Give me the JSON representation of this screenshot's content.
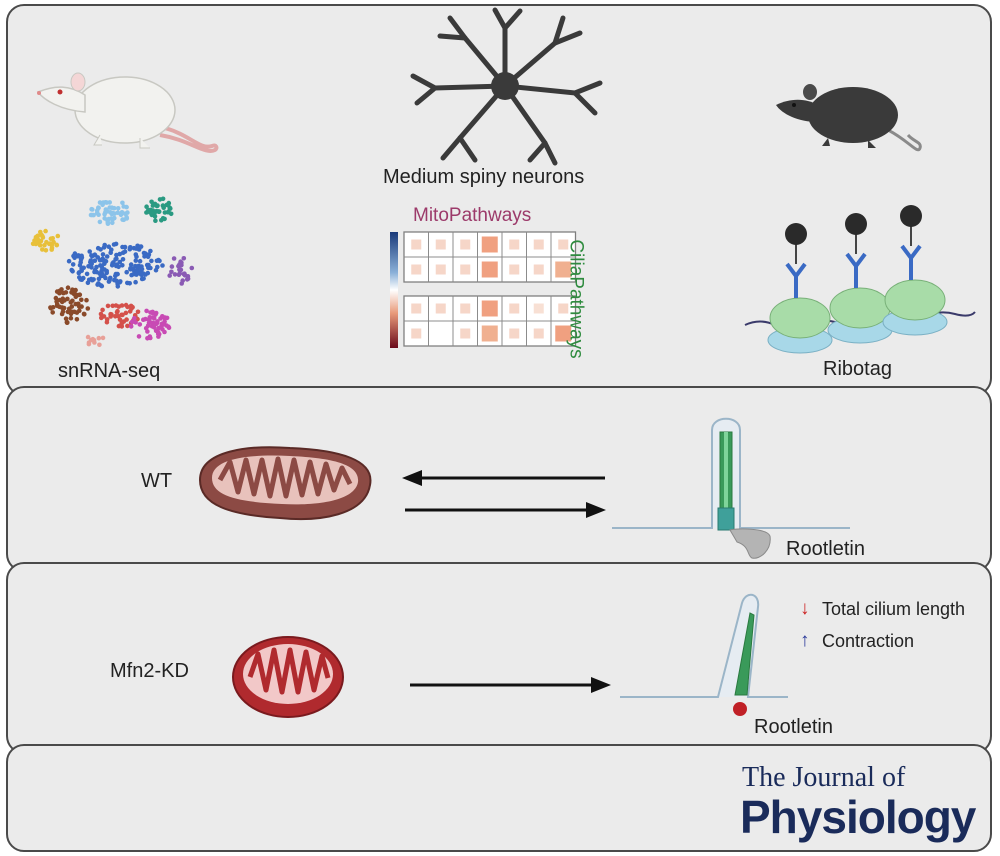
{
  "labels": {
    "msn": "Medium spiny neurons",
    "snrna": "snRNA-seq",
    "ribotag": "Ribotag",
    "mito_pathways": "MitoPathways",
    "cilia_pathways": "CiliaPathways",
    "wt": "WT",
    "mfn2": "Mfn2-KD",
    "rootletin_wt": "Rootletin",
    "rootletin_kd": "Rootletin",
    "down_arrow": "↓",
    "total_cilium": "Total cilium length",
    "up_arrow": "↑",
    "contraction": "Contraction"
  },
  "journal": {
    "line1": "The Journal of",
    "line2": "Physiology"
  },
  "colors": {
    "panel_bg": "#ebebeb",
    "panel_border": "#4a4a4a",
    "mito_title": "#9c3a6a",
    "cilia_title": "#2e8b3e",
    "journal": "#1a2b5a",
    "down_arrow": "#cc2222",
    "up_arrow": "#2a3a9a"
  },
  "icons": [
    "white-rat-icon",
    "black-mouse-icon",
    "neuron-icon",
    "umap-clusters-icon",
    "heatmap-icon",
    "ribosome-antibody-icon",
    "mitochondrion-wt-icon",
    "mitochondrion-kd-icon",
    "cilium-wt-icon",
    "cilium-kd-icon",
    "arrow-left-icon",
    "arrow-right-icon"
  ]
}
